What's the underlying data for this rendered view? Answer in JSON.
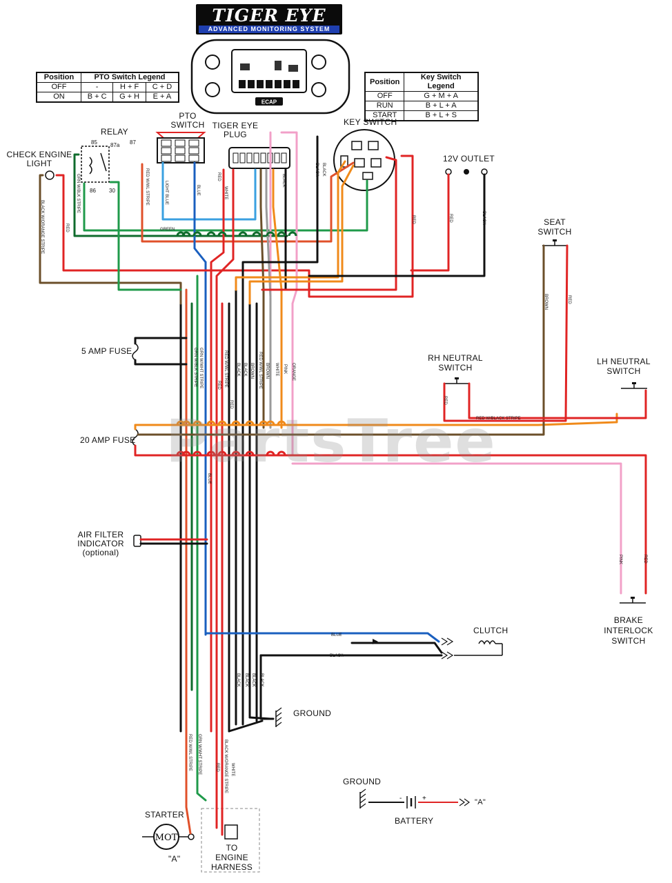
{
  "logo": {
    "title": "TIGER EYE",
    "subtitle": "ADVANCED MONITORING SYSTEM"
  },
  "display": {
    "brand": "ECAP"
  },
  "pto_legend": {
    "headers": [
      "Position",
      "PTO Switch Legend"
    ],
    "rows": [
      {
        "position": "OFF",
        "cols": [
          "-",
          "H + F",
          "C + D"
        ]
      },
      {
        "position": "ON",
        "cols": [
          "B + C",
          "G + H",
          "E + A"
        ]
      }
    ]
  },
  "key_legend": {
    "headers": [
      "Position",
      "Key Switch Legend"
    ],
    "rows": [
      {
        "position": "OFF",
        "value": "G + M + A"
      },
      {
        "position": "RUN",
        "value": "B + L + A"
      },
      {
        "position": "START",
        "value": "B + L + S"
      }
    ]
  },
  "components": {
    "pto_switch": "PTO\nSWITCH",
    "relay": "RELAY",
    "tiger_eye_plug": "TIGER EYE\nPLUG",
    "key_switch": "KEY SWITCH",
    "check_engine_light": "CHECK ENGINE\nLIGHT",
    "outlet_12v": "12V OUTLET",
    "seat_switch": "SEAT\nSWITCH",
    "rh_neutral_switch": "RH NEUTRAL\nSWITCH",
    "lh_neutral_switch": "LH NEUTRAL\nSWITCH",
    "fuse_5a": "5 AMP FUSE",
    "fuse_20a": "20 AMP FUSE",
    "air_filter": "AIR FILTER\nINDICATOR\n(optional)",
    "clutch": "CLUTCH",
    "ground_1": "GROUND",
    "ground_2": "GROUND",
    "battery": "BATTERY",
    "brake_interlock": "BRAKE\nINTERLOCK\nSWITCH",
    "starter": "STARTER",
    "engine_harness": "TO\nENGINE\nHARNESS",
    "starter_ref": "\"A\"",
    "battery_ref": "\"A\"",
    "motor": "MOT"
  },
  "relay_pins": {
    "p85": "85",
    "p87a": "87a",
    "p87": "87",
    "p86": "86",
    "p30": "30"
  },
  "battery_terms": {
    "neg": "-",
    "pos": "+"
  },
  "wire_labels": {
    "green": "GREEN",
    "light_blue": "LIGHT BLUE",
    "blue": "BLUE",
    "red": "RED",
    "white": "WHITE",
    "black": "BLACK",
    "brown": "BROWN",
    "pink": "PINK",
    "orange": "ORANGE",
    "red_white_stripe": "RED W/WL STRIPE",
    "grn_blk_stripe": "GRN W/BLK STRIPE",
    "grn_wht_stripe": "GRN W/WHT STRIPE",
    "red_blk_stripe": "RED W/BLACK STRIPE",
    "blk_orange_stripe": "BLACK W/ORANGE STRIPE"
  },
  "watermark": "PartsTree",
  "colors": {
    "red": "#e02424",
    "black": "#111111",
    "green": "#1f9a4a",
    "dkgreen": "#0f6b2c",
    "blue": "#1a5fbf",
    "lightblue": "#3aa0e0",
    "orange": "#f08a1a",
    "pink": "#f2a0c8",
    "brown": "#6b4f2a",
    "white_wire": "#9a9a9a",
    "brick": "#e0502a"
  }
}
